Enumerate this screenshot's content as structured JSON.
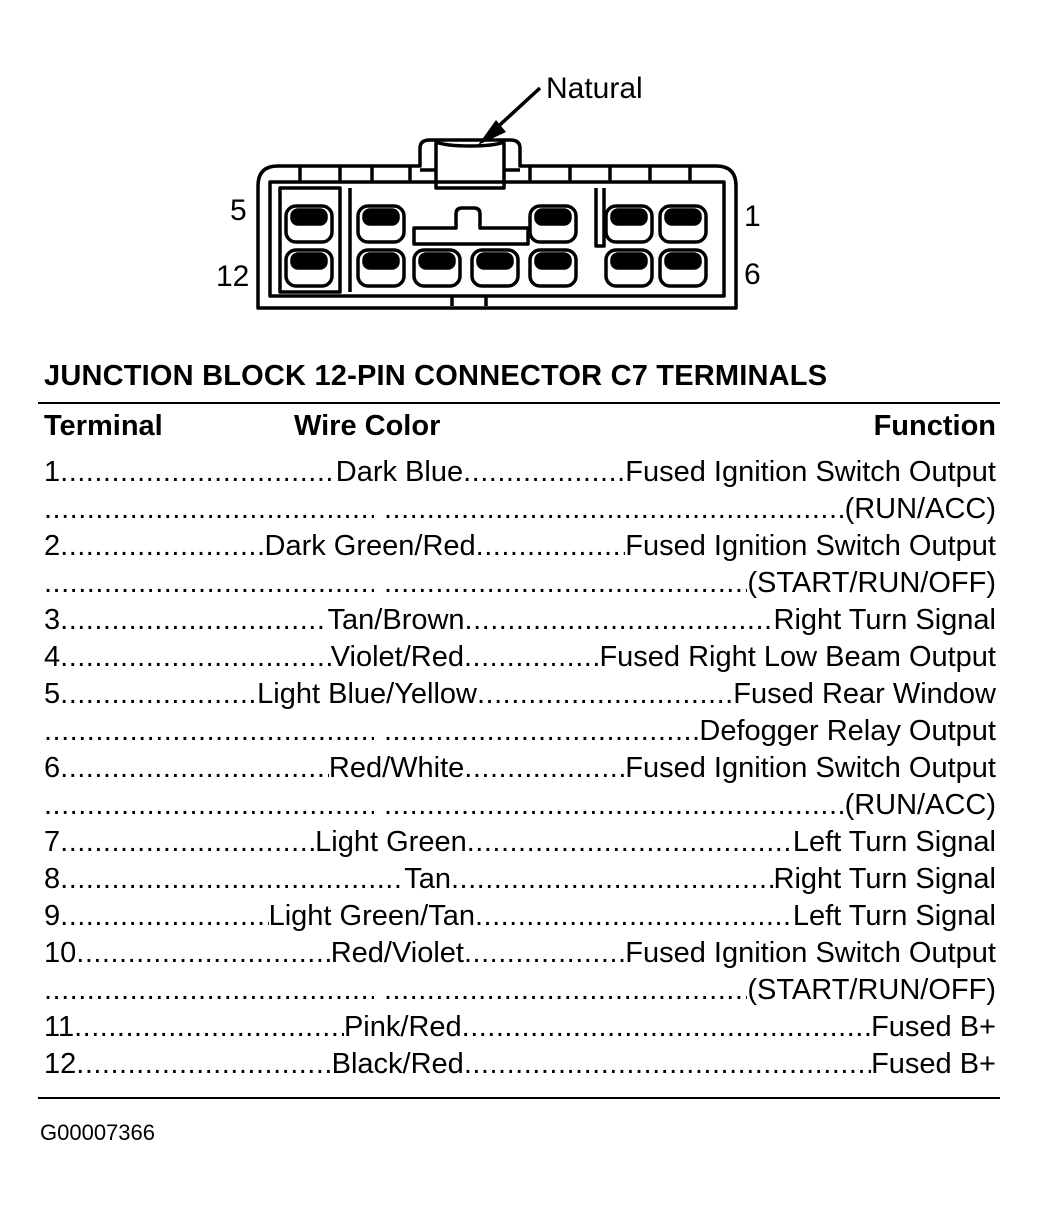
{
  "diagram": {
    "callout": "Natural",
    "pin_labels": {
      "top_left": "5",
      "bottom_left": "12",
      "top_right": "1",
      "bottom_right": "6"
    }
  },
  "title": "JUNCTION BLOCK 12-PIN CONNECTOR C7 TERMINALS",
  "columns": {
    "terminal": "Terminal",
    "wire_color": "Wire Color",
    "function": "Function"
  },
  "rows": [
    {
      "terminal": "1",
      "wire_color": "Dark Blue",
      "function": "Fused Ignition Switch Output"
    },
    {
      "terminal": "",
      "wire_color": "",
      "function": "(RUN/ACC)"
    },
    {
      "terminal": "2",
      "wire_color": "Dark Green/Red",
      "function": "Fused Ignition Switch Output"
    },
    {
      "terminal": "",
      "wire_color": "",
      "function": "(START/RUN/OFF)"
    },
    {
      "terminal": "3",
      "wire_color": "Tan/Brown",
      "function": "Right Turn Signal"
    },
    {
      "terminal": "4",
      "wire_color": "Violet/Red",
      "function": "Fused Right Low Beam Output"
    },
    {
      "terminal": "5",
      "wire_color": "Light Blue/Yellow",
      "function": "Fused Rear Window"
    },
    {
      "terminal": "",
      "wire_color": "",
      "function": "Defogger Relay Output"
    },
    {
      "terminal": "6",
      "wire_color": "Red/White",
      "function": "Fused Ignition Switch Output"
    },
    {
      "terminal": "",
      "wire_color": "",
      "function": "(RUN/ACC)"
    },
    {
      "terminal": "7",
      "wire_color": "Light Green",
      "function": "Left Turn Signal"
    },
    {
      "terminal": "8",
      "wire_color": "Tan",
      "function": "Right Turn Signal"
    },
    {
      "terminal": "9",
      "wire_color": "Light Green/Tan",
      "function": "Left Turn Signal"
    },
    {
      "terminal": "10",
      "wire_color": "Red/Violet",
      "function": "Fused Ignition Switch Output"
    },
    {
      "terminal": "",
      "wire_color": "",
      "function": "(START/RUN/OFF)"
    },
    {
      "terminal": "11",
      "wire_color": "Pink/Red",
      "function": "Fused B+"
    },
    {
      "terminal": "12",
      "wire_color": "Black/Red",
      "function": "Fused B+"
    }
  ],
  "figure_id": "G00007366"
}
